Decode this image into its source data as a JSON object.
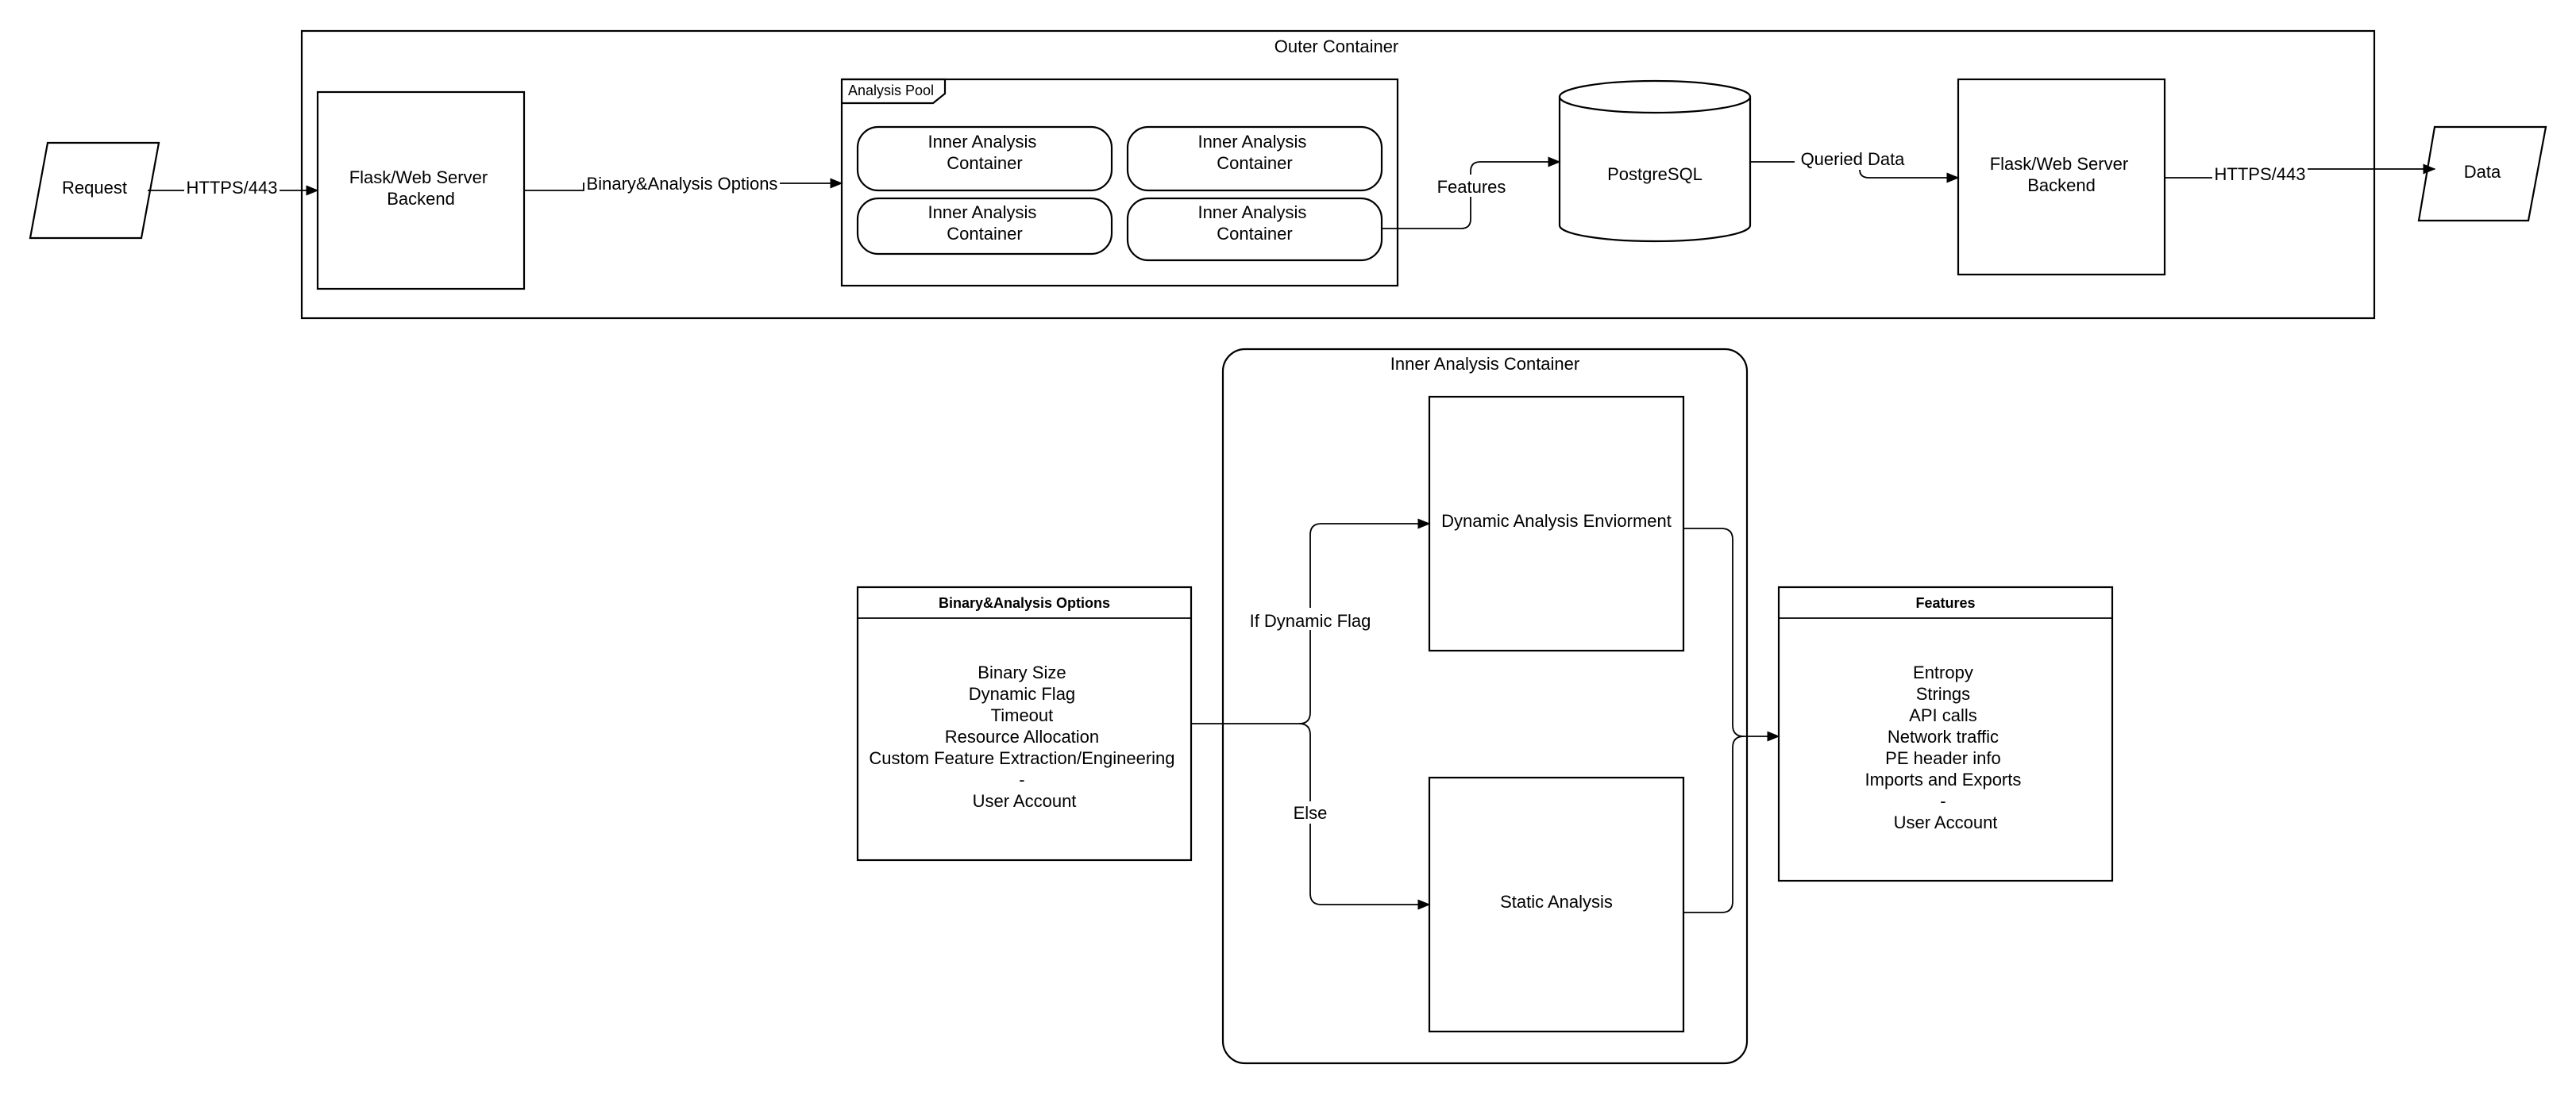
{
  "outer_container": {
    "title": "Outer Container"
  },
  "request": "Request",
  "data_node": "Data",
  "flask_left": [
    "Flask/Web Server",
    "Backend"
  ],
  "flask_right": [
    "Flask/Web Server",
    "Backend"
  ],
  "analysis_pool": {
    "title": "Analysis Pool",
    "containers": [
      [
        "Inner Analysis",
        "Container"
      ],
      [
        "Inner Analysis",
        "Container"
      ],
      [
        "Inner Analysis",
        "Container"
      ],
      [
        "Inner Analysis",
        "Container"
      ]
    ]
  },
  "postgres": "PostgreSQL",
  "edge_labels": {
    "https_in": "HTTPS/443",
    "binary_options": "Binary&Analysis Options",
    "features": "Features",
    "queried_data": "Queried Data",
    "https_out": "HTTPS/443",
    "if_dynamic": "If Dynamic Flag",
    "else": "Else"
  },
  "inner_container": {
    "title": "Inner Analysis Container",
    "dynamic": "Dynamic Analysis Enviorment",
    "static": "Static Analysis"
  },
  "options_table": {
    "header": "Binary&Analysis Options",
    "rows": [
      "Binary Size",
      "Dynamic Flag",
      "Timeout",
      "Resource Allocation",
      "Custom Feature Extraction/Engineering",
      "-",
      "User Account"
    ]
  },
  "features_table": {
    "header": "Features",
    "rows": [
      "Entropy",
      "Strings",
      "API calls",
      "Network traffic",
      "PE header info",
      "Imports and Exports",
      "-",
      "User Account"
    ]
  }
}
